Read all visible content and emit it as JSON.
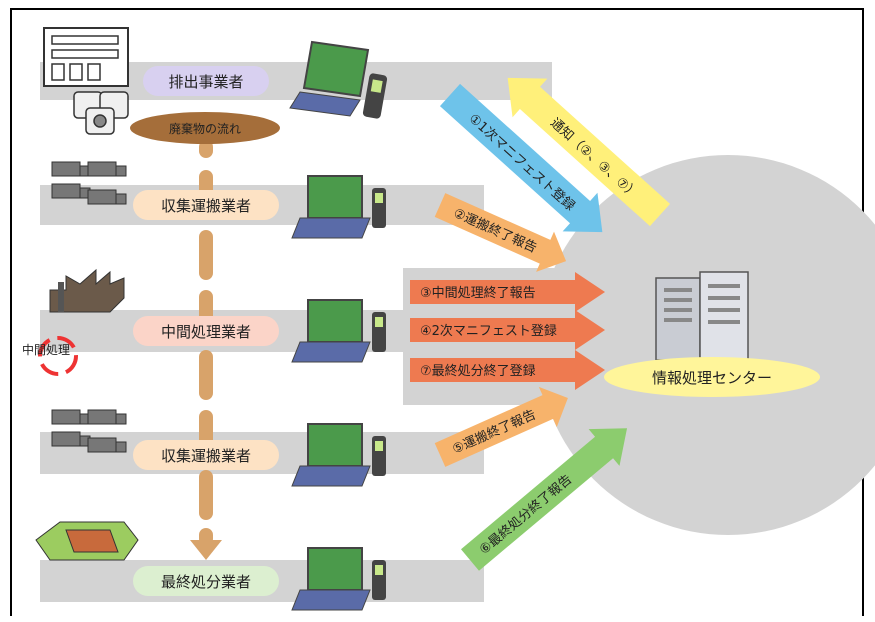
{
  "actors": {
    "generator": "排出事業者",
    "collector1": "収集運搬業者",
    "intermediate": "中間処理業者",
    "collector2": "収集運搬業者",
    "final": "最終処分業者"
  },
  "flow_label": "廃棄物の流れ",
  "intermediate_icon_label": "中間処理",
  "center_label": "情報処理センター",
  "arrows": {
    "a1": "①1次マニフェスト登録",
    "notify": "通知（②、③、⑦）",
    "a2": "②運搬終了報告",
    "a3": "③中間処理終了報告",
    "a4": "④2次マニフェスト登録",
    "a7": "⑦最終処分終了登録",
    "a5": "⑤運搬終了報告",
    "a6": "⑥最終処分終了報告"
  },
  "colors": {
    "generator_pill": "#d8d0f0",
    "collector_pill": "#fde2c4",
    "intermediate_pill": "#fbd4c8",
    "final_pill": "#dcefd0",
    "arrow_blue": "#6ec3ea",
    "arrow_yellow": "#fff07a",
    "arrow_orange": "#f7b36b",
    "arrow_red": "#ee7a50",
    "arrow_green": "#8ccc6e",
    "flow_brown": "#d8a36a"
  }
}
